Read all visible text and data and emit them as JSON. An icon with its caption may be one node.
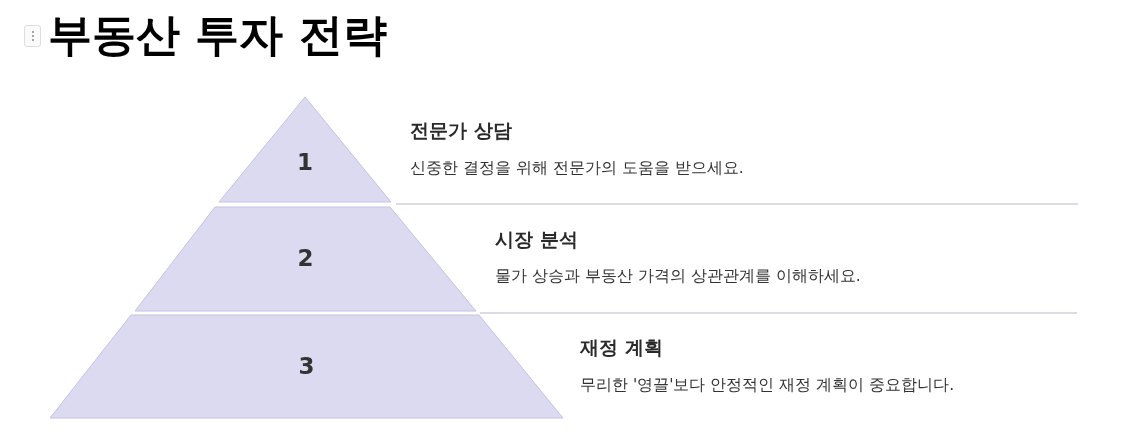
{
  "diagram": {
    "title": "부동산 투자 전략",
    "nodes": [
      {
        "text": [
          "1"
        ],
        "beside": [
          "전문가 상담",
          "신중한 결정을 위해 전문가의 도움을 받으세요."
        ]
      },
      {
        "text": [
          "2"
        ],
        "beside": [
          "시장 분석",
          "물가 상승과 부동산 가격의 상관관계를 이해하세요."
        ]
      },
      {
        "text": [
          "3"
        ],
        "beside": [
          "재정 계획",
          "무리한 '영끌'보다 안정적인 재정 계획이 중요합니다."
        ]
      }
    ]
  }
}
